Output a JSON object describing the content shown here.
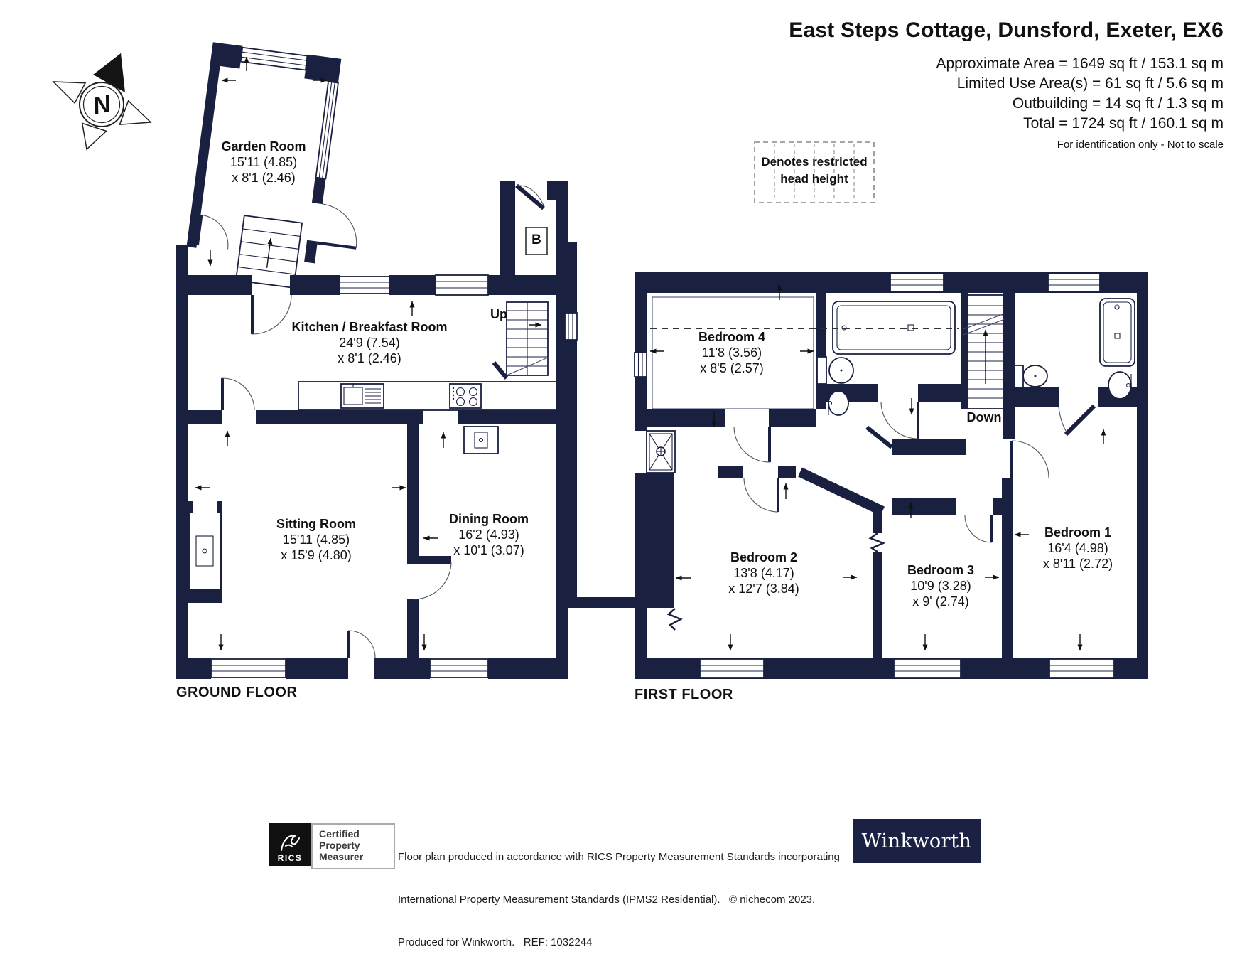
{
  "header": {
    "title": "East Steps Cottage, Dunsford, Exeter, EX6",
    "area_lines": [
      "Approximate Area = 1649 sq ft / 153.1 sq m",
      "Limited Use Area(s) = 61 sq ft / 5.6 sq m",
      "Outbuilding = 14 sq ft / 1.3 sq m",
      "Total = 1724 sq ft / 160.1 sq m"
    ],
    "note": "For identification only - Not to scale"
  },
  "legend": {
    "line1": "Denotes restricted",
    "line2": "head height"
  },
  "compass": {
    "north_label": "N"
  },
  "floors": {
    "ground": {
      "label": "GROUND FLOOR",
      "stairs_label": "Up",
      "store_label": "B",
      "rooms": [
        {
          "name": "Garden Room",
          "dim1": "15'11 (4.85)",
          "dim2": "x 8'1 (2.46)"
        },
        {
          "name": "Kitchen / Breakfast Room",
          "dim1": "24'9 (7.54)",
          "dim2": "x 8'1 (2.46)"
        },
        {
          "name": "Sitting Room",
          "dim1": "15'11 (4.85)",
          "dim2": "x 15'9 (4.80)"
        },
        {
          "name": "Dining Room",
          "dim1": "16'2 (4.93)",
          "dim2": "x 10'1 (3.07)"
        }
      ]
    },
    "first": {
      "label": "FIRST FLOOR",
      "stairs_label": "Down",
      "rooms": [
        {
          "name": "Bedroom 4",
          "dim1": "11'8 (3.56)",
          "dim2": "x 8'5 (2.57)"
        },
        {
          "name": "Bedroom 2",
          "dim1": "13'8 (4.17)",
          "dim2": "x 12'7 (3.84)"
        },
        {
          "name": "Bedroom 3",
          "dim1": "10'9 (3.28)",
          "dim2": "x 9' (2.74)"
        },
        {
          "name": "Bedroom 1",
          "dim1": "16'4 (4.98)",
          "dim2": "x 8'11 (2.72)"
        }
      ]
    }
  },
  "footer": {
    "rics_label": "RICS",
    "certified_lines": [
      "Certified",
      "Property",
      "Measurer"
    ],
    "disclaimer_lines": [
      "Floor plan produced in accordance with RICS Property Measurement Standards incorporating",
      "International Property Measurement Standards (IPMS2 Residential).   © nichecom 2023.",
      "Produced for Winkworth.   REF: 1032244"
    ],
    "brand": "Winkworth"
  },
  "colors": {
    "wall": "#1a2140",
    "brand_navy": "#1b2142"
  }
}
